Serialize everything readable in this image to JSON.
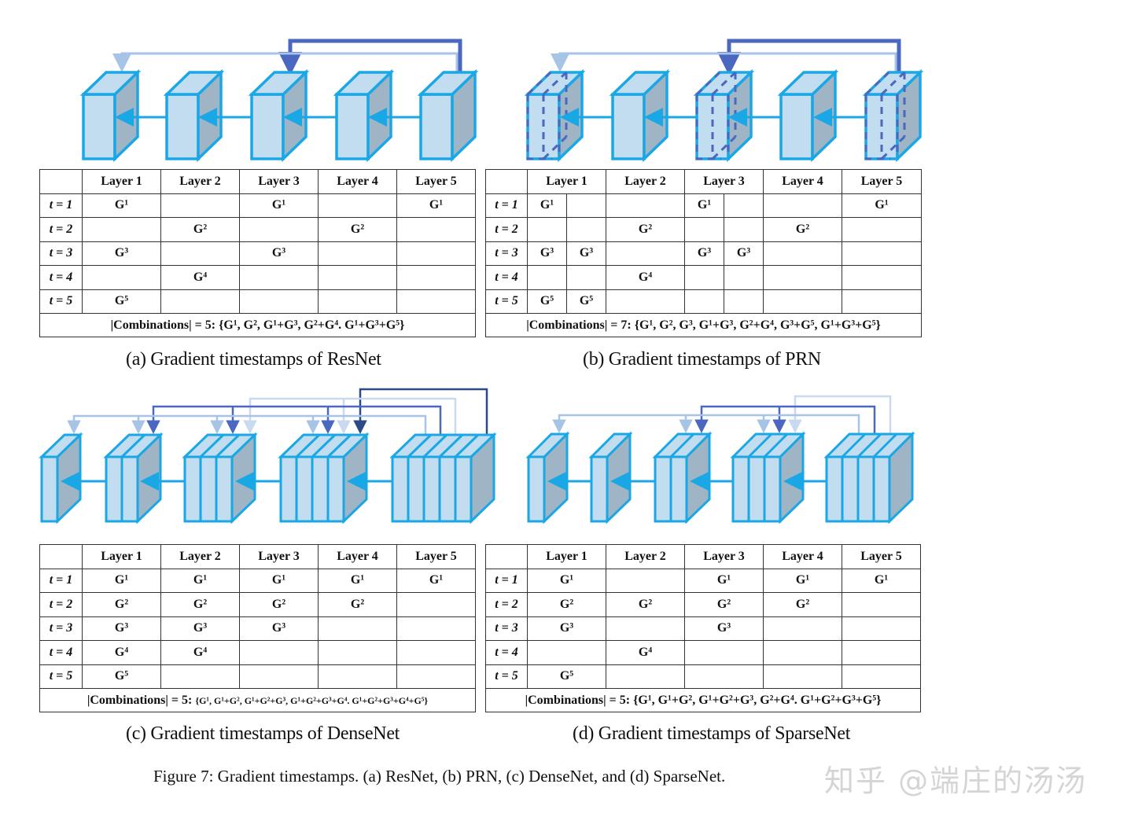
{
  "colors": {
    "block_outline": "#1aa7e6",
    "block_front": "#c2ddef",
    "block_side": "#9fb4c4",
    "skip_light": "#a7c3e6",
    "skip_mid": "#4a68c0",
    "skip_dark": "#2b4a86",
    "skip_pale": "#c9daf0",
    "table_border": "#333333"
  },
  "table_common": {
    "headers": [
      "",
      "Layer 1",
      "Layer 2",
      "Layer 3",
      "Layer 4",
      "Layer 5"
    ],
    "row_labels": [
      "t = 1",
      "t = 2",
      "t = 3",
      "t = 4",
      "t = 5"
    ]
  },
  "panels": {
    "a": {
      "caption": "(a) Gradient timestamps of ResNet",
      "rows": [
        [
          "G¹",
          "",
          "G¹",
          "",
          "G¹"
        ],
        [
          "",
          "G²",
          "",
          "G²",
          ""
        ],
        [
          "G³",
          "",
          "G³",
          "",
          ""
        ],
        [
          "",
          "G⁴",
          "",
          "",
          ""
        ],
        [
          "G⁵",
          "",
          "",
          "",
          ""
        ]
      ],
      "combinations": "|Combinations| = 5: {G¹, G², G¹+G³, G²+G⁴. G¹+G³+G⁵}"
    },
    "b": {
      "caption": "(b) Gradient timestamps of PRN",
      "rows": [
        [
          "G¹",
          "",
          "",
          "G¹",
          "",
          "",
          "G¹"
        ],
        [
          "",
          "",
          "G²",
          "",
          "",
          "G²",
          ""
        ],
        [
          "G³",
          "G³",
          "",
          "G³",
          "G³",
          "",
          ""
        ],
        [
          "",
          "",
          "G⁴",
          "",
          "",
          "",
          ""
        ],
        [
          "G⁵",
          "G⁵",
          "",
          "",
          "",
          "",
          ""
        ]
      ],
      "combinations": "|Combinations| = 7: {G¹, G², G³, G¹+G³, G²+G⁴, G³+G⁵, G¹+G³+G⁵}"
    },
    "c": {
      "caption": "(c) Gradient timestamps of DenseNet",
      "rows": [
        [
          "G¹",
          "G¹",
          "G¹",
          "G¹",
          "G¹"
        ],
        [
          "G²",
          "G²",
          "G²",
          "G²",
          ""
        ],
        [
          "G³",
          "G³",
          "G³",
          "",
          ""
        ],
        [
          "G⁴",
          "G⁴",
          "",
          "",
          ""
        ],
        [
          "G⁵",
          "",
          "",
          "",
          ""
        ]
      ],
      "combinations_prefix": "|Combinations| = 5: ",
      "combinations_set": "{G¹, G¹+G², G¹+G²+G³, G¹+G²+G³+G⁴. G¹+G²+G³+G⁴+G⁵}"
    },
    "d": {
      "caption": "(d) Gradient timestamps of SparseNet",
      "rows": [
        [
          "G¹",
          "",
          "G¹",
          "G¹",
          "G¹"
        ],
        [
          "G²",
          "G²",
          "G²",
          "G²",
          ""
        ],
        [
          "G³",
          "",
          "G³",
          "",
          ""
        ],
        [
          "",
          "G⁴",
          "",
          "",
          ""
        ],
        [
          "G⁵",
          "",
          "",
          "",
          ""
        ]
      ],
      "combinations": "|Combinations| = 5: {G¹, G¹+G², G¹+G²+G³, G²+G⁴. G¹+G²+G³+G⁵}"
    }
  },
  "figure_caption": "Figure 7: Gradient timestamps. (a) ResNet, (b) PRN, (c) DenseNet, and (d) SparseNet.",
  "watermark": "知乎 @端庄的汤汤"
}
